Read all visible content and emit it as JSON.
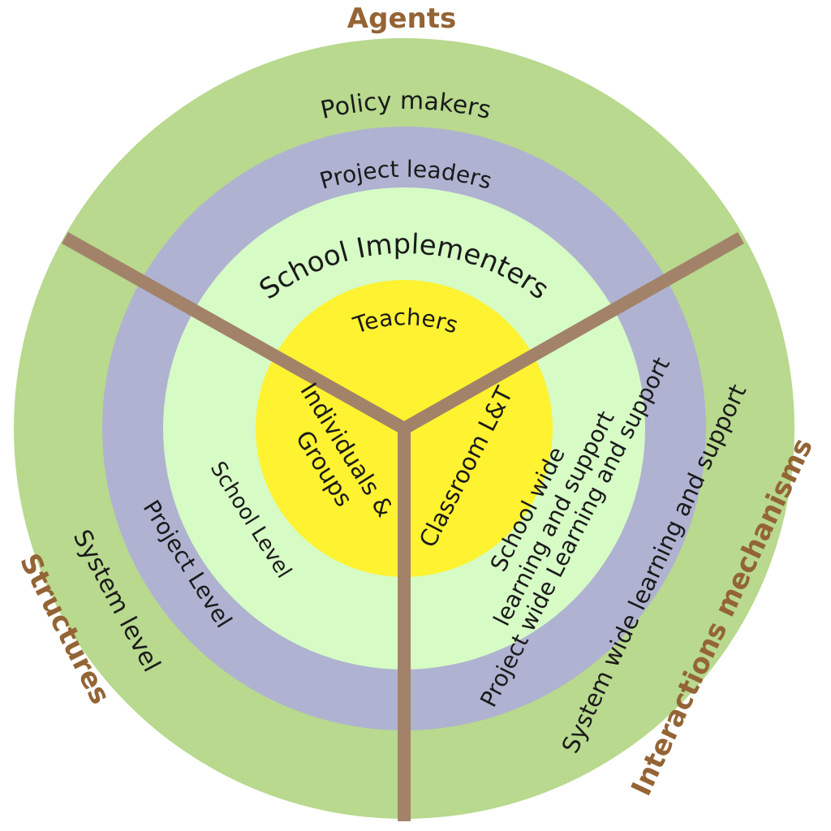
{
  "colors": {
    "outer_ring": "#b8d98e",
    "project_ring": "#b0b2d1",
    "school_ring": "#d6fbc5",
    "core": "#fff231",
    "dividers": "#a2836a",
    "category_text": "#946435",
    "ring_text": "#1a1a1a"
  },
  "categories": {
    "agents": "Agents",
    "structures": "Structures",
    "interactions": "Interactions mechanisms"
  },
  "agents": {
    "policy_makers": "Policy makers",
    "project_leaders": "Project leaders",
    "school_implementers": "School Implementers",
    "teachers": "Teachers"
  },
  "structures": {
    "system_level": "System level",
    "project_level": "Project Level",
    "school_level": "School Level",
    "core_line1": "Individuals &",
    "core_line2": "Groups"
  },
  "interactions": {
    "system_wide": "System wide learning and support",
    "project_wide": "Project wide Learning and support",
    "school_wide_line1": "School wide",
    "school_wide_line2": "learning and support",
    "classroom": "Classroom L&T"
  }
}
